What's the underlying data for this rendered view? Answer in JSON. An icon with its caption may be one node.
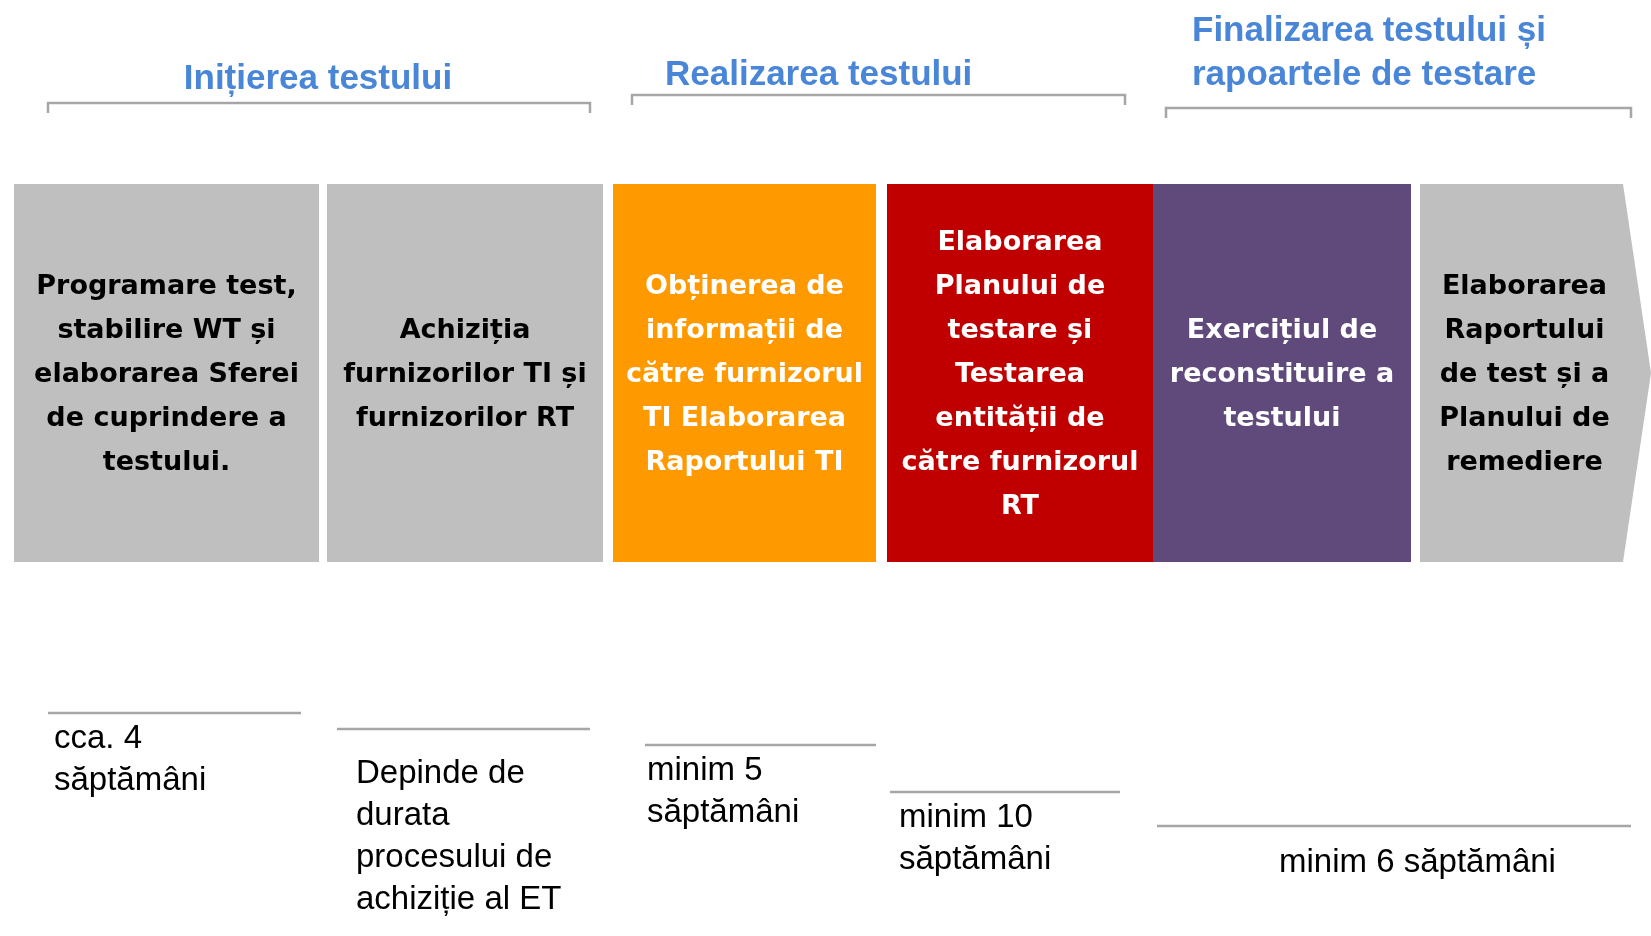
{
  "diagram": {
    "nodes": [
      {
        "text": [
          "Programare test, stabilire WT și elaborarea Sferei de cuprindere a testului."
        ]
      },
      {
        "text": [
          "Achiziția furnizorilor TI și furnizorilor RT"
        ]
      },
      {
        "text": [
          "Obținerea de informații de către furnizorul TI Elaborarea Raportului TI"
        ]
      },
      {
        "text": [
          "Elaborarea Planului de testare și Testarea entității de către furnizorul RT"
        ]
      },
      {
        "text": [
          "Exercițiul de reconstituire a testului"
        ]
      },
      {
        "text": [
          "Elaborarea Raportului de test și a Planului de remediere"
        ]
      }
    ],
    "labels": [
      "Inițierea testului",
      "Realizarea testului",
      "Finalizarea testului și rapoartele de testare",
      "cca. 4 săptămâni",
      "Depinde de durata procesului de achiziție al ET",
      "minim 5 săptămâni",
      "minim 10 săptămâni",
      "minim 6 săptămâni"
    ]
  }
}
